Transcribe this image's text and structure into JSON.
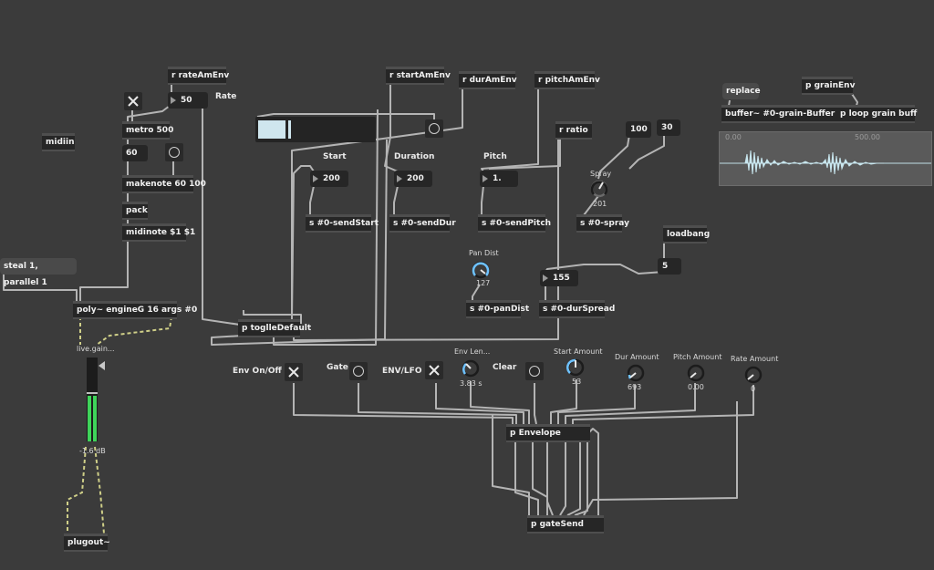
{
  "objects": {
    "r_rateAmEnv": "r rateAmEnv",
    "rate_num": "50",
    "rate_label": "Rate",
    "metro": "metro 500",
    "num60": "60",
    "makenote": "makenote 60 100",
    "pack": "pack",
    "midinote": "midinote $1 $1",
    "midiin": "midiin",
    "steal_msg": "steal 1, parallel 1",
    "poly": "poly~ engineG 16 args #0",
    "live_gain": "live.gain...",
    "gain_db": "-1.6 dB",
    "plugout": "plugout~",
    "r_startAmEnv": "r startAmEnv",
    "r_durAmEnv": "r durAmEnv",
    "r_pitchAmEnv": "r pitchAmEnv",
    "r_ratio": "r ratio",
    "start_label": "Start",
    "duration_label": "Duration",
    "pitch_label": "Pitch",
    "start_num": "200",
    "dur_num": "200",
    "pitch_num": "1.",
    "s_sendStart": "s #0-sendStart",
    "s_sendDur": "s #0-sendDur",
    "s_sendPitch": "s #0-sendPitch",
    "num100": "100",
    "num30": "30",
    "spray_label": "Spray",
    "spray_val": "201",
    "s_spray": "s #0-spray",
    "pan_label": "Pan Dist",
    "pan_val": "127",
    "s_panDist": "s #0-panDist",
    "loadbang": "loadbang",
    "num5": "5",
    "num155": "155",
    "s_durSpread": "s #0-durSpread",
    "p_toggleDefault": "p toglleDefault",
    "replace": "replace",
    "p_grainEnv": "p grainEnv",
    "buffer": "buffer~ #0-grain-Buffer",
    "p_loop": "p loop grain buff",
    "wave_t0": "0.00",
    "wave_t1": "500.00",
    "env_onoff": "Env On/Off",
    "gate": "Gate",
    "env_lfo": "ENV/LFO",
    "clear": "Clear",
    "env_len_label": "Env Len...",
    "env_len_val": "3.83 s",
    "start_amt_label": "Start Amount",
    "start_amt_val": "53",
    "dur_amt_label": "Dur Amount",
    "dur_amt_val": "693",
    "pitch_amt_label": "Pitch Amount",
    "pitch_amt_val": "0.00",
    "rate_amt_label": "Rate Amount",
    "rate_amt_val": "0",
    "p_envelope": "p Envelope",
    "p_gateSend": "p gateSend"
  },
  "colors": {
    "background": "#3b3b3b",
    "object": "#262626",
    "wire": "#b4b4b4",
    "accent_dial": "#6ec2ff",
    "meter_green": "#3fd45a",
    "signal_wire": "#d8d890"
  }
}
